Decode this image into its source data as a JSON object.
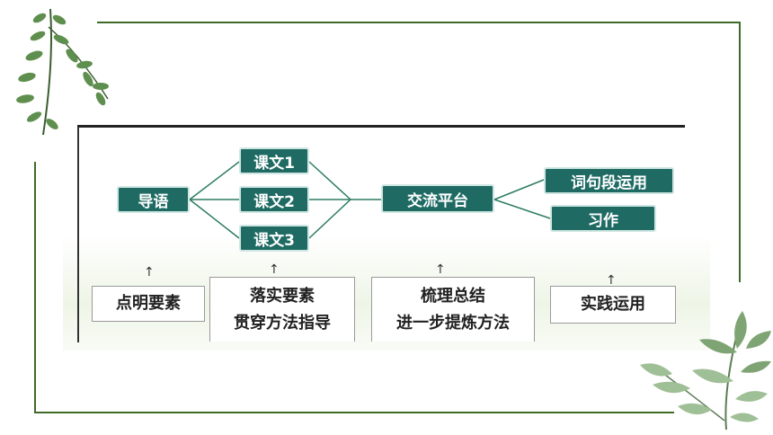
{
  "boxes": {
    "daoyu": "导语",
    "kewen1": "课文1",
    "kewen2": "课文2",
    "kewen3": "课文3",
    "jiaoliu": "交流平台",
    "ciju": "词句段运用",
    "xizuo": "习作"
  },
  "notes": {
    "n1": [
      "点明要素"
    ],
    "n2": [
      "落实要素",
      "贯穿方法指导"
    ],
    "n3": [
      "梳理总结",
      "进一步提炼方法"
    ],
    "n4": [
      "实践运用"
    ]
  },
  "colors": {
    "box": "#1f6b64",
    "frame": "#3f6b2a",
    "connector": "#2e7d63"
  }
}
